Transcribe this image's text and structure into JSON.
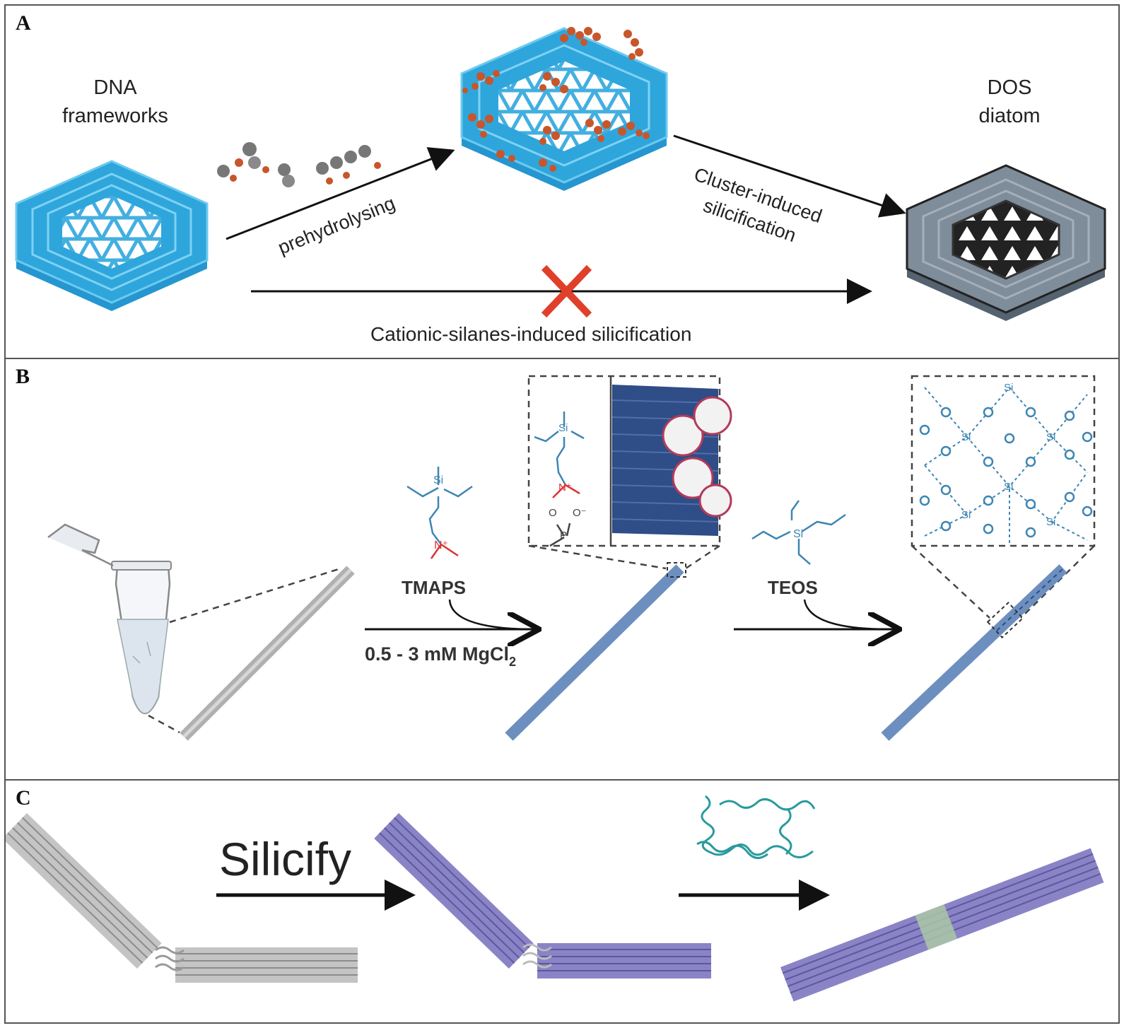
{
  "panel_a": {
    "label": "A",
    "dna_title_1": "DNA",
    "dna_title_2": "frameworks",
    "dos_title_1": "DOS",
    "dos_title_2": "diatom",
    "arrow_prehydrolysing": "prehydrolysing",
    "arrow_cluster_1": "Cluster-induced",
    "arrow_cluster_2": "silicification",
    "arrow_cationic": "Cationic-silanes-induced silicification"
  },
  "panel_b": {
    "label": "B",
    "tmaps": "TMAPS",
    "mgcl": "0.5 - 3 mM MgCl",
    "mgcl_sub": "2",
    "teos": "TEOS",
    "si": "Si",
    "o": "O",
    "n_plus": "N⁺",
    "p": "P",
    "o_minus": "O⁻"
  },
  "panel_c": {
    "label": "C",
    "silicify": "Silicify"
  },
  "colors": {
    "dna_blue": "#2ea6dc",
    "dos_gray": "#7f8c99",
    "cluster_orange": "#c8562b",
    "tube_blue": "#6d8fbf",
    "silica_blue": "#3d86b3",
    "purple": "#7f78be",
    "cross_red": "#e0402a"
  }
}
